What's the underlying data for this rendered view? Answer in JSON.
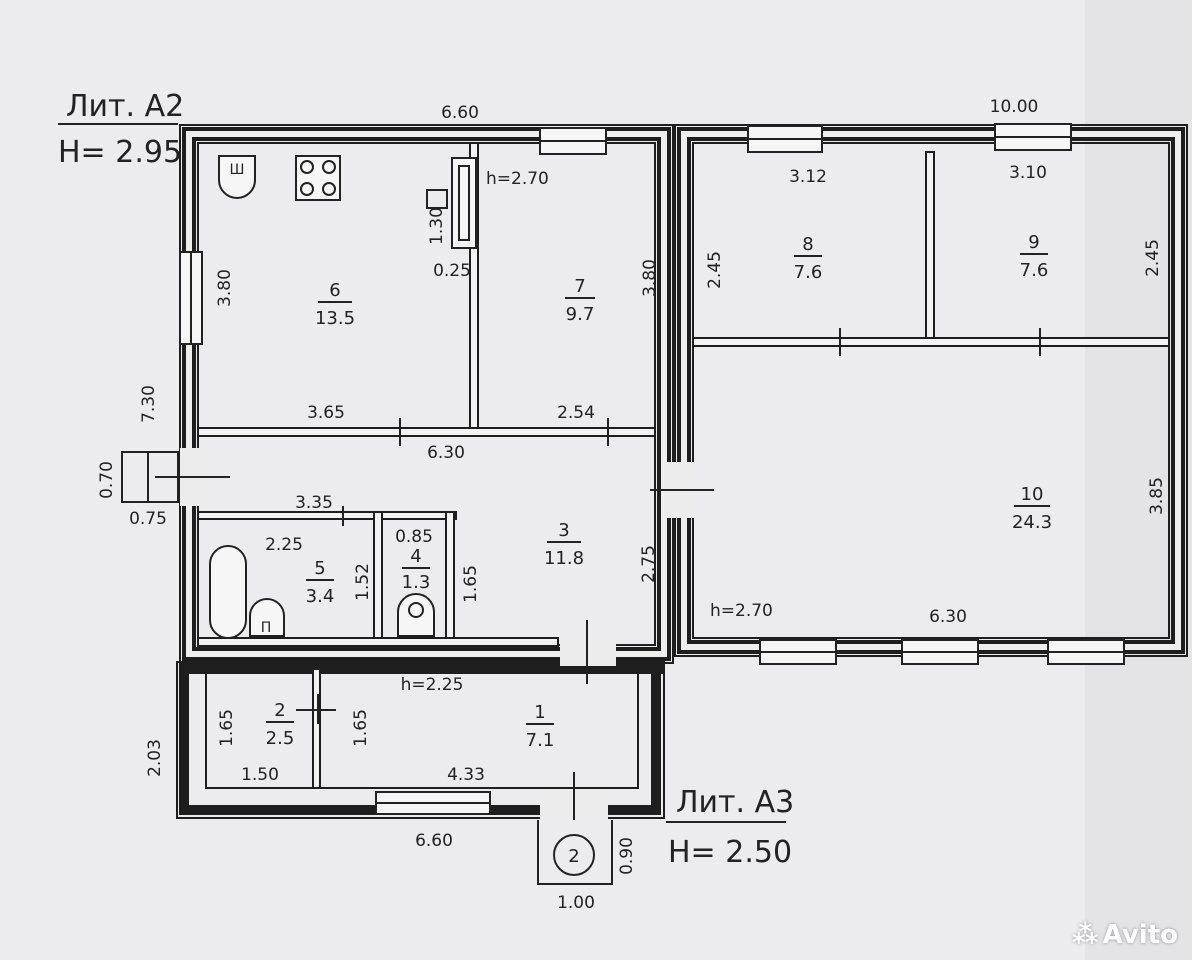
{
  "liters": {
    "a2": {
      "name": "Лит. А2",
      "height": "H= 2.95"
    },
    "a3": {
      "name": "Лит. А3",
      "height": "H= 2.50"
    }
  },
  "rooms": {
    "r1": {
      "num": "1",
      "area": "7.1"
    },
    "r2": {
      "num": "2",
      "area": "2.5"
    },
    "r3": {
      "num": "3",
      "area": "11.8"
    },
    "r4": {
      "num": "4",
      "area": "1.3"
    },
    "r5": {
      "num": "5",
      "area": "3.4"
    },
    "r6": {
      "num": "6",
      "area": "13.5"
    },
    "r7": {
      "num": "7",
      "area": "9.7"
    },
    "r8": {
      "num": "8",
      "area": "7.6"
    },
    "r9": {
      "num": "9",
      "area": "7.6"
    },
    "r10": {
      "num": "10",
      "area": "24.3"
    }
  },
  "dims": {
    "top_660": "6.60",
    "top_1000": "10.00",
    "d_312": "3.12",
    "d_310": "3.10",
    "h_270_a": "h=2.70",
    "d_130": "1.30",
    "d_025": "0.25",
    "d_380_l": "3.80",
    "d_380_r": "3.80",
    "d_245_a": "2.45",
    "d_245_b": "2.45",
    "d_730": "7.30",
    "d_365": "3.65",
    "d_254": "2.54",
    "d_630_mid": "6.30",
    "d_070": "0.70",
    "d_075": "0.75",
    "d_335": "3.35",
    "d_225": "2.25",
    "d_085": "0.85",
    "d_152": "1.52",
    "d_165_a": "1.65",
    "d_275": "2.75",
    "d_385": "3.85",
    "h_270_b": "h=2.70",
    "d_630_b": "6.30",
    "h_225": "h=2.25",
    "d_165_b": "1.65",
    "d_165_c": "1.65",
    "d_203": "2.03",
    "d_150": "1.50",
    "d_433": "4.33",
    "d_660_bot": "6.60",
    "d_090": "0.90",
    "d_100": "1.00",
    "porch_num": "2"
  },
  "watermark": "Avito"
}
